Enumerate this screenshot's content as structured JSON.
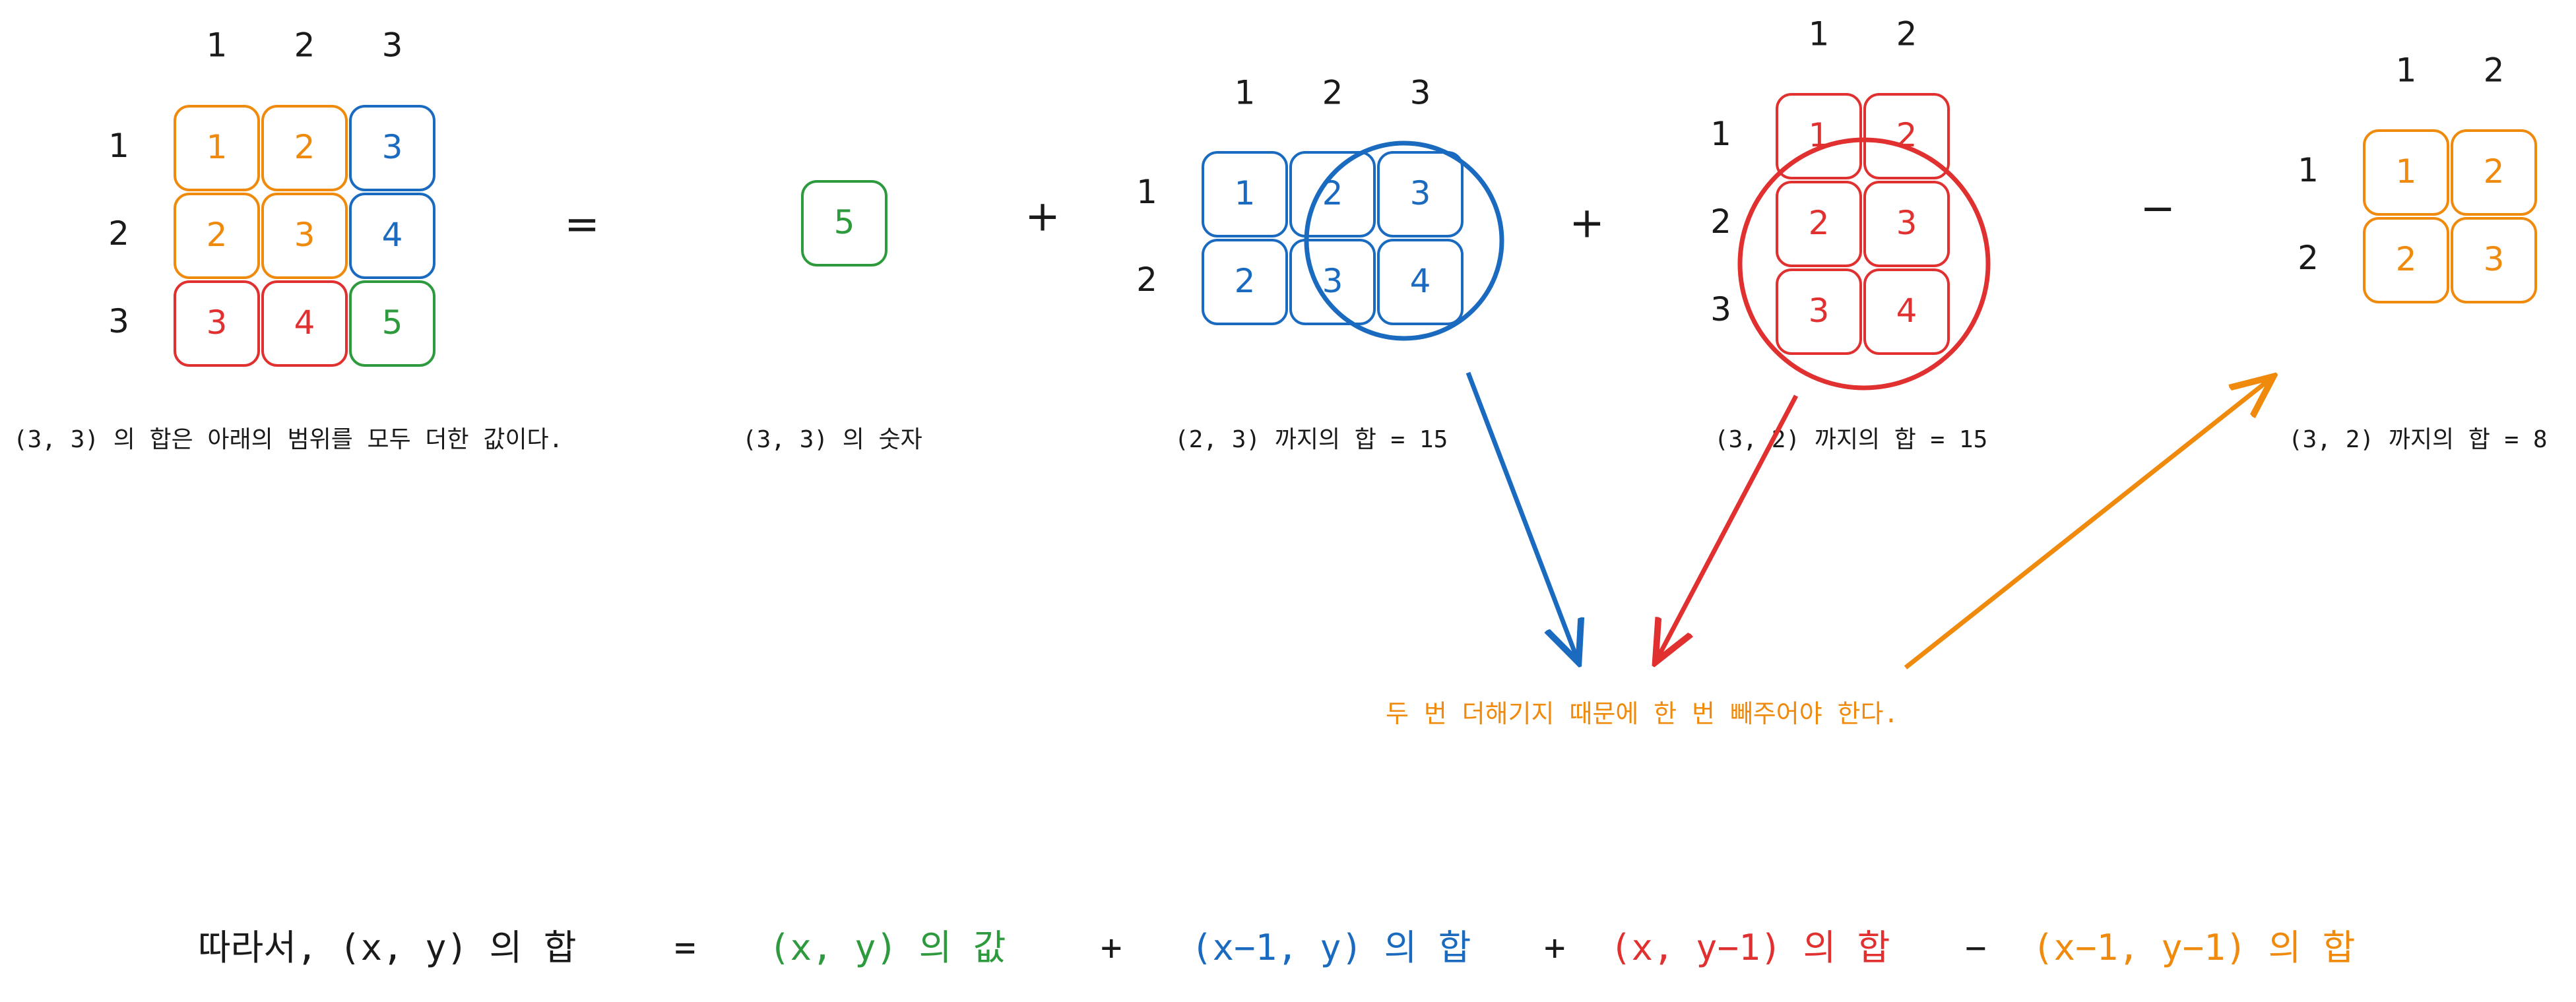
{
  "colors": {
    "orange": "#ef8a0c",
    "blue": "#1a6bc0",
    "red": "#e03030",
    "green": "#2e9a3e",
    "black": "#1a1a1a"
  },
  "grids": [
    {
      "id": "main",
      "col_headers": [
        "1",
        "2",
        "3"
      ],
      "row_headers": [
        "1",
        "2",
        "3"
      ],
      "cells": [
        [
          {
            "v": "1",
            "c": "orange"
          },
          {
            "v": "2",
            "c": "orange"
          },
          {
            "v": "3",
            "c": "blue"
          }
        ],
        [
          {
            "v": "2",
            "c": "orange"
          },
          {
            "v": "3",
            "c": "orange"
          },
          {
            "v": "4",
            "c": "blue"
          }
        ],
        [
          {
            "v": "3",
            "c": "red"
          },
          {
            "v": "4",
            "c": "red"
          },
          {
            "v": "5",
            "c": "green"
          }
        ]
      ]
    },
    {
      "id": "single",
      "col_headers": [],
      "row_headers": [],
      "cells": [
        [
          {
            "v": "5",
            "c": "green"
          }
        ]
      ]
    },
    {
      "id": "sum-2-3",
      "col_headers": [
        "1",
        "2",
        "3"
      ],
      "row_headers": [
        "1",
        "2"
      ],
      "cells": [
        [
          {
            "v": "1",
            "c": "blue"
          },
          {
            "v": "2",
            "c": "blue"
          },
          {
            "v": "3",
            "c": "blue"
          }
        ],
        [
          {
            "v": "2",
            "c": "blue"
          },
          {
            "v": "3",
            "c": "blue"
          },
          {
            "v": "4",
            "c": "blue"
          }
        ]
      ]
    },
    {
      "id": "sum-3-2",
      "col_headers": [
        "1",
        "2"
      ],
      "row_headers": [
        "1",
        "2",
        "3"
      ],
      "cells": [
        [
          {
            "v": "1",
            "c": "red"
          },
          {
            "v": "2",
            "c": "red"
          }
        ],
        [
          {
            "v": "2",
            "c": "red"
          },
          {
            "v": "3",
            "c": "red"
          }
        ],
        [
          {
            "v": "3",
            "c": "red"
          },
          {
            "v": "4",
            "c": "red"
          }
        ]
      ]
    },
    {
      "id": "overlap",
      "col_headers": [
        "1",
        "2"
      ],
      "row_headers": [
        "1",
        "2"
      ],
      "cells": [
        [
          {
            "v": "1",
            "c": "orange"
          },
          {
            "v": "2",
            "c": "orange"
          }
        ],
        [
          {
            "v": "2",
            "c": "orange"
          },
          {
            "v": "3",
            "c": "orange"
          }
        ]
      ]
    }
  ],
  "operators": [
    "=",
    "+",
    "+",
    "−"
  ],
  "captions": [
    "(3, 3) 의 합은 아래의 범위를 모두 더한 값이다.",
    "(3, 3) 의 숫자",
    "(2, 3) 까지의 합 = 15",
    "(3, 2) 까지의 합 = 15",
    "(3, 2) 까지의 합 = 8"
  ],
  "note": "두 번 더해기지 때문에 한 번 빼주어야 한다.",
  "formula": [
    {
      "t": "따라서, (x, y) 의 합",
      "c": "black"
    },
    {
      "t": "=",
      "c": "black"
    },
    {
      "t": "(x, y) 의 값",
      "c": "green"
    },
    {
      "t": "+",
      "c": "black"
    },
    {
      "t": "(x−1, y) 의 합",
      "c": "blue"
    },
    {
      "t": "+",
      "c": "black"
    },
    {
      "t": "(x, y−1) 의 합",
      "c": "red"
    },
    {
      "t": "−",
      "c": "black"
    },
    {
      "t": "(x−1, y−1) 의 합",
      "c": "orange"
    }
  ]
}
